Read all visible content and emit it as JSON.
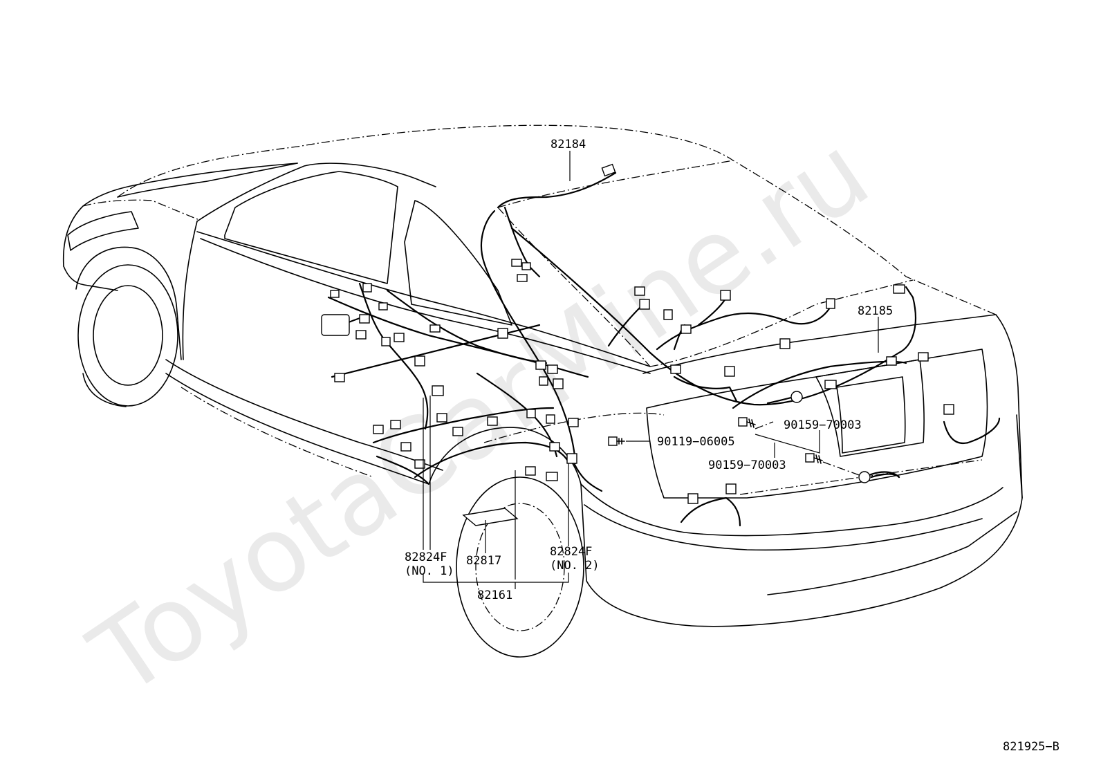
{
  "watermark": "ToyotaCarMine.ru",
  "figure_code": "821925−B",
  "labels": {
    "harness_roof": "82184",
    "harness_deck": "82185",
    "bolt_center": "90119−06005",
    "bolt_right_upper": "90159−70003",
    "bolt_right_lower": "90159−70003",
    "clamp_no1": "82824F",
    "clamp_no1_note": "(NO. 1)",
    "protector": "82817",
    "clamp_no2": "82824F",
    "clamp_no2_note": "(NO. 2)",
    "harness_floor": "82161"
  }
}
